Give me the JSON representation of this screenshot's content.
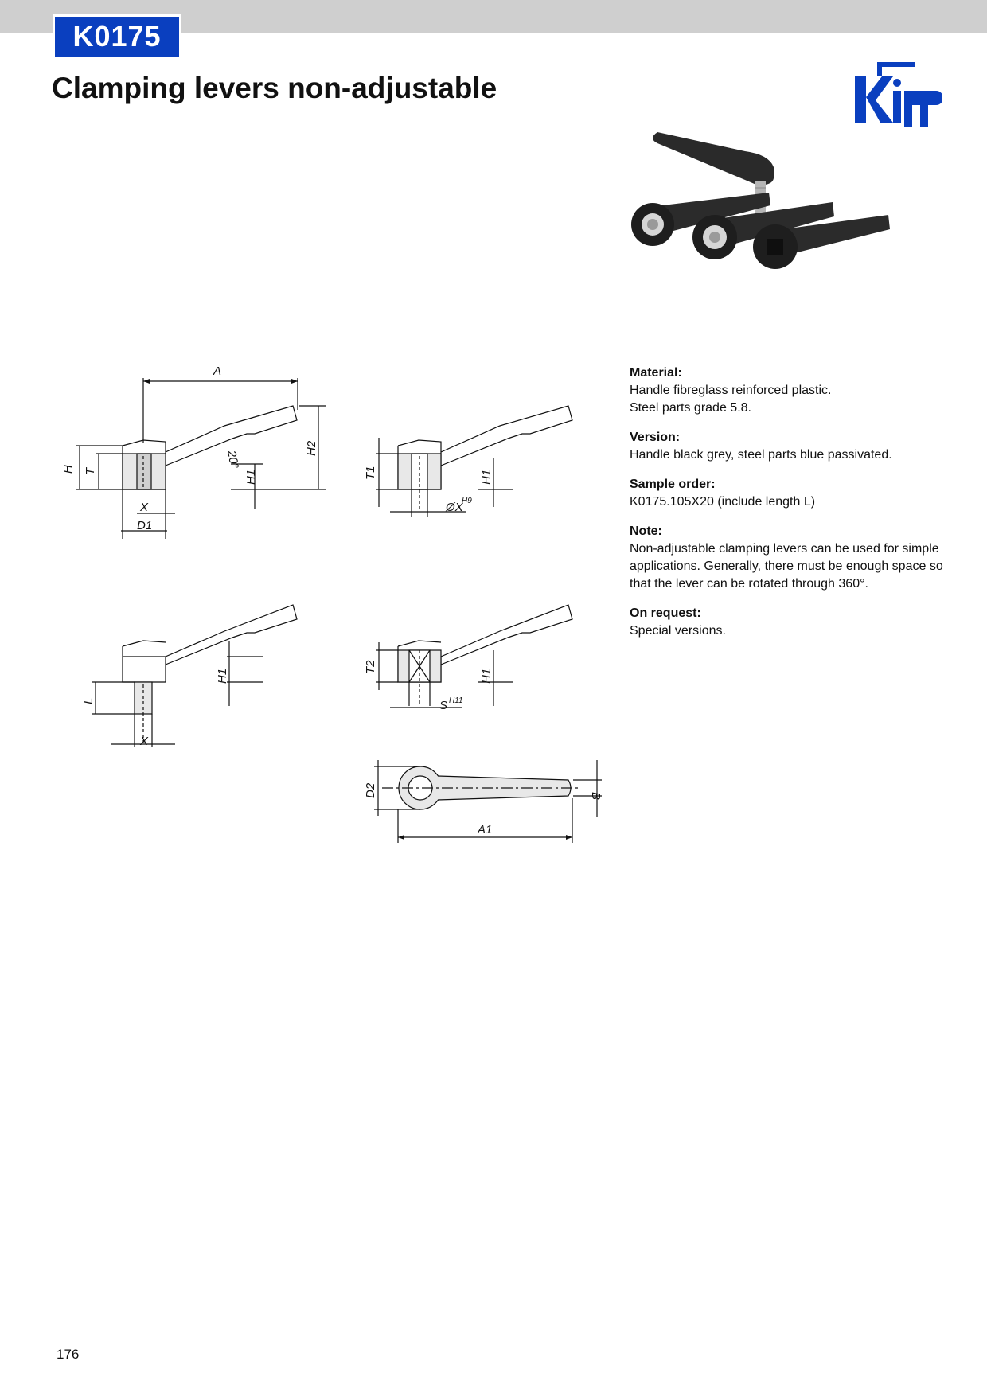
{
  "header": {
    "code": "K0175",
    "title": "Clamping levers non-adjustable"
  },
  "brand": {
    "logo_text": "Kipp",
    "color": "#0a3fbf"
  },
  "drawing_labels": {
    "a": "A",
    "a1": "A1",
    "h": "H",
    "t": "T",
    "t1": "T1",
    "t2": "T2",
    "h1": "H1",
    "h2": "H2",
    "x": "X",
    "d1": "D1",
    "d2": "D2",
    "b": "B",
    "l": "L",
    "angle": "20°",
    "ox": "ØX",
    "ox_tol": "H9",
    "s": "S",
    "s_tol": "H11"
  },
  "info": {
    "material_heading": "Material:",
    "material_lines": [
      "Handle fibreglass reinforced plastic.",
      "Steel parts grade 5.8."
    ],
    "version_heading": "Version:",
    "version_lines": [
      "Handle black grey, steel parts blue passivated."
    ],
    "sample_heading": "Sample order:",
    "sample_lines": [
      "K0175.105X20 (include length L)"
    ],
    "note_heading": "Note:",
    "note_lines": [
      "Non-adjustable clamping levers can be used for simple",
      "applications. Generally, there must be enough space so",
      "that the lever can be rotated through 360°."
    ],
    "request_heading": "On request:",
    "request_lines": [
      "Special versions."
    ]
  },
  "footer": {
    "page_number": "176"
  }
}
